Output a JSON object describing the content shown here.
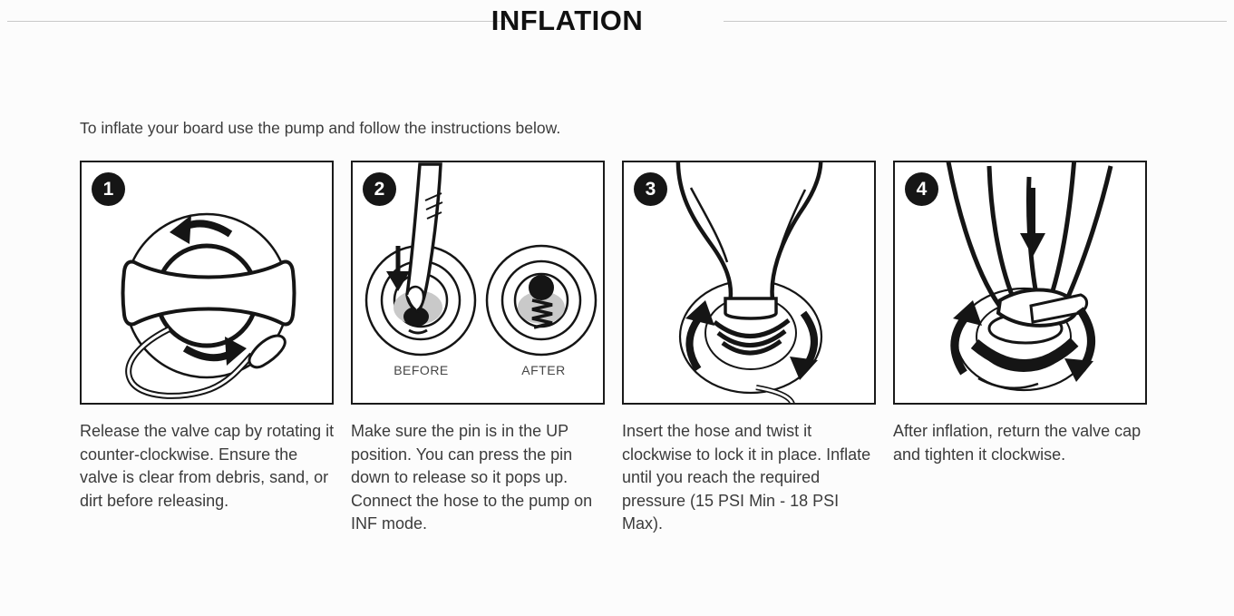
{
  "title": "INFLATION",
  "intro": "To inflate your board use the pump and follow the instructions below.",
  "steps": [
    {
      "number": "1",
      "illustration": "valve-cap-counter-clockwise",
      "caption": "Release the valve cap by rotating it counter-clockwise. Ensure the valve is clear from debris, sand, or dirt before releasing."
    },
    {
      "number": "2",
      "illustration": "press-pin-before-after",
      "before_label": "BEFORE",
      "after_label": "AFTER",
      "caption": "Make sure the pin is in the UP position. You can press the pin down to release so it pops up. Connect the hose to the pump on INF mode."
    },
    {
      "number": "3",
      "illustration": "insert-hose-twist-clockwise",
      "caption": "Insert the hose and twist it clockwise to lock it in place. Inflate until you reach the required pressure (15 PSI Min - 18 PSI Max)."
    },
    {
      "number": "4",
      "illustration": "return-valve-cap-tighten",
      "caption": "After inflation, return the valve cap and tighten it clockwise."
    }
  ],
  "colors": {
    "background": "#fcfcfc",
    "panel": "#ffffff",
    "ink": "#1a1a1a",
    "text": "#3b3b3b",
    "rule": "#c9c9c9",
    "gray": "#c9c9c9",
    "badge": "#161616"
  }
}
